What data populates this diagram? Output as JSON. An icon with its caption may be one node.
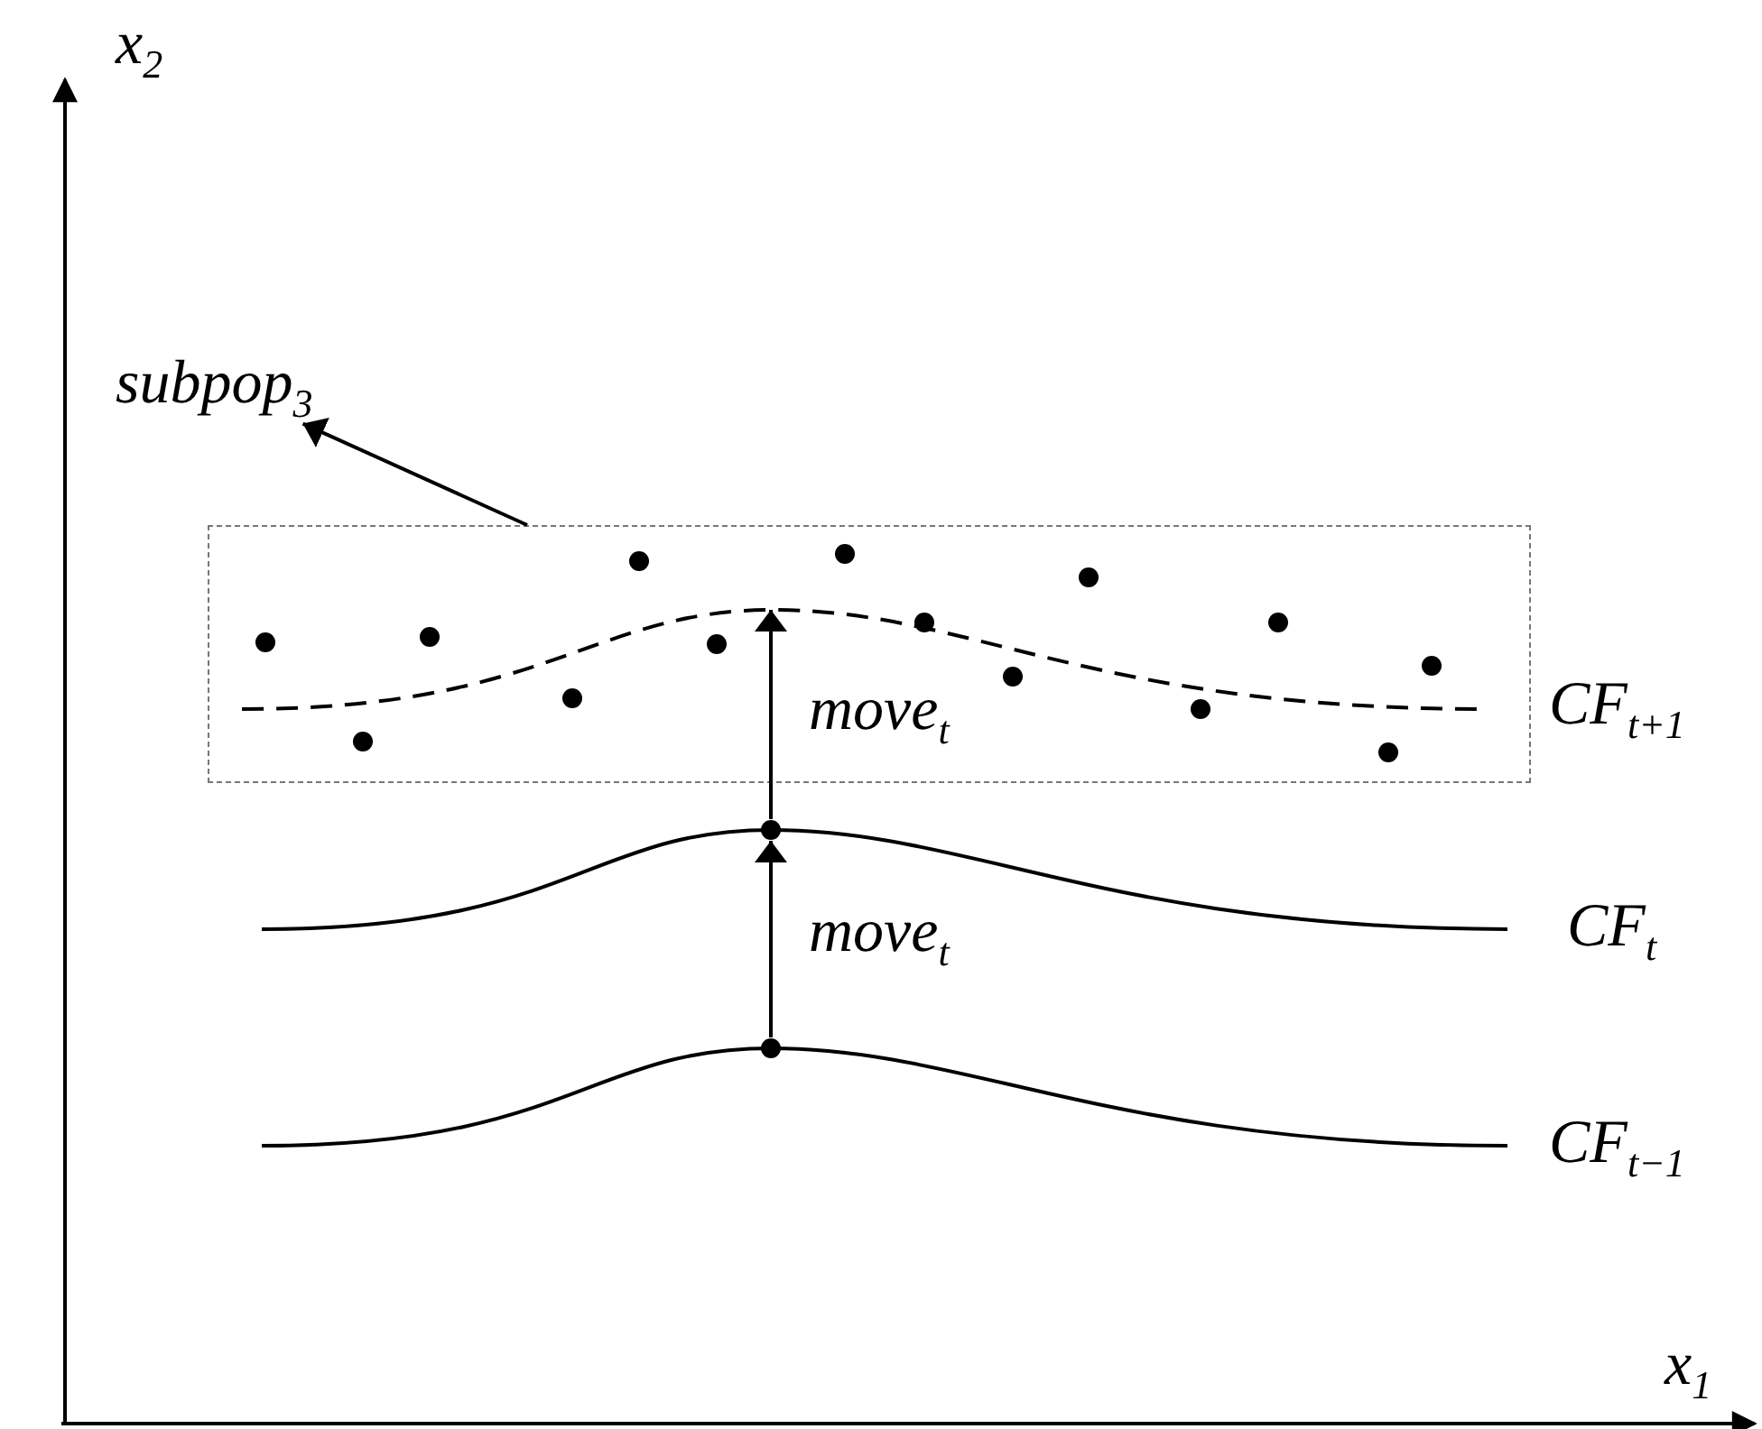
{
  "diagram": {
    "nodes": [
      {
        "text": [
          "subpop$_{3}$"
        ]
      },
      {
        "text": [],
        "shape": "box"
      },
      {
        "text": [],
        "shape": "curve",
        "beside": [
          "CF$_{t+1}$"
        ],
        "in": 1
      },
      {
        "text": [],
        "shape": "curve",
        "beside": [
          "CF$_{t}$"
        ]
      },
      {
        "text": [],
        "shape": "curve",
        "beside": [
          "CF$_{t−1}$"
        ]
      },
      {
        "text": [],
        "shape": "circle",
        "in": 3
      },
      {
        "text": [],
        "shape": "circle",
        "in": 4
      },
      {
        "text": [],
        "shape": "circle",
        "in": 2
      },
      {
        "text": [],
        "shape": "circle",
        "in": 1
      },
      {
        "text": [],
        "shape": "circle",
        "in": 2
      },
      {
        "text": [],
        "shape": "circle",
        "in": 2
      },
      {
        "text": [],
        "shape": "circle",
        "in": 1
      },
      {
        "text": [],
        "shape": "circle",
        "in": 2
      },
      {
        "text": [],
        "shape": "circle",
        "in": 1
      },
      {
        "text": [],
        "shape": "circle",
        "in": 2
      },
      {
        "text": [],
        "shape": "circle",
        "in": 2
      },
      {
        "text": [],
        "shape": "circle",
        "in": 1
      },
      {
        "text": [],
        "shape": "circle",
        "in": 1
      },
      {
        "text": [],
        "shape": "circle",
        "in": 2
      },
      {
        "text": [],
        "shape": "circle",
        "in": 1
      },
      {
        "text": [],
        "shape": "circle",
        "in": 2
      }
    ],
    "edges": [
      {
        "from": 1,
        "to": 0,
        "arrow": "to"
      },
      {
        "from": 6,
        "to": 5,
        "arrow": "to",
        "label": "move$_{t}$"
      },
      {
        "from": 5,
        "to": 2,
        "arrow": "to",
        "label": "move$_{t}$"
      }
    ],
    "labels": [
      "x$_{2}$",
      "x$_{1}$"
    ]
  }
}
